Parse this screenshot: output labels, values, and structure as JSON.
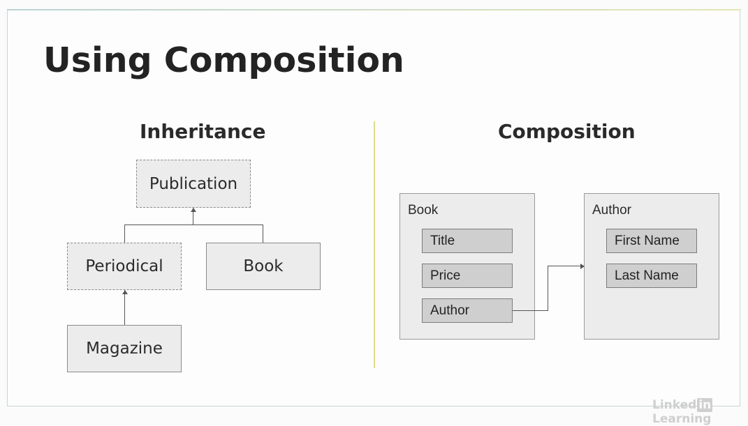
{
  "slide": {
    "title": "Using Composition"
  },
  "inheritance": {
    "heading": "Inheritance",
    "nodes": {
      "publication": "Publication",
      "periodical": "Periodical",
      "book": "Book",
      "magazine": "Magazine"
    }
  },
  "composition": {
    "heading": "Composition",
    "book_class": {
      "label": "Book",
      "fields": [
        "Title",
        "Price",
        "Author"
      ]
    },
    "author_class": {
      "label": "Author",
      "fields": [
        "First Name",
        "Last Name"
      ]
    }
  },
  "watermark": {
    "prefix": "Linked",
    "badge": "in",
    "suffix": "Learning"
  }
}
